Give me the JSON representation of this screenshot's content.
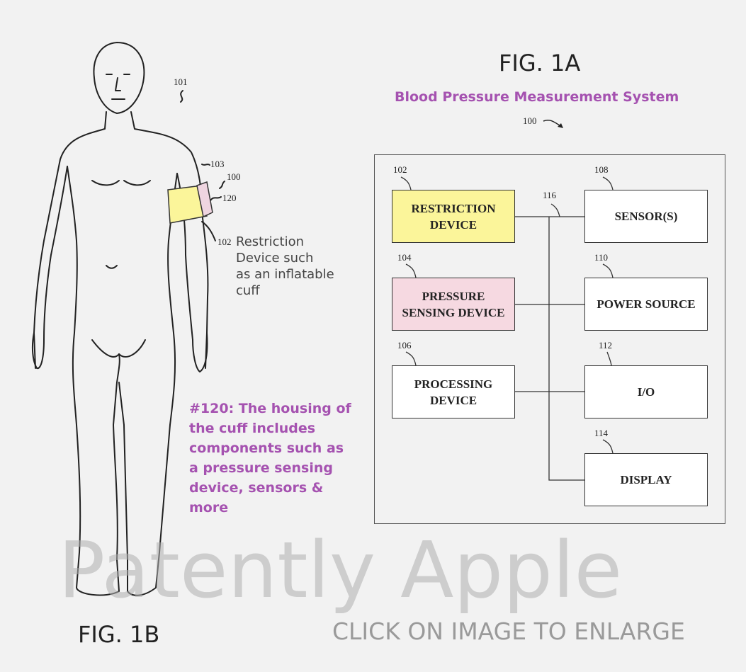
{
  "fig1a": {
    "title": "FIG. 1A",
    "subtitle": "Blood Pressure Measurement System",
    "system_ref": "100",
    "bus_ref": "116",
    "blocks": [
      {
        "ref": "102",
        "label": "RESTRICTION\nDEVICE",
        "color": "#fbf59a"
      },
      {
        "ref": "104",
        "label": "PRESSURE\nSENSING DEVICE",
        "color": "#f6d9e1"
      },
      {
        "ref": "106",
        "label": "PROCESSING\nDEVICE",
        "color": "#ffffff"
      },
      {
        "ref": "108",
        "label": "SENSOR(S)",
        "color": "#ffffff"
      },
      {
        "ref": "110",
        "label": "POWER SOURCE",
        "color": "#ffffff"
      },
      {
        "ref": "112",
        "label": "I/O",
        "color": "#ffffff"
      },
      {
        "ref": "114",
        "label": "DISPLAY",
        "color": "#ffffff"
      }
    ]
  },
  "fig1b": {
    "title": "FIG. 1B",
    "refs": {
      "body": "101",
      "arm": "103",
      "system": "100",
      "housing": "120",
      "cuff": "102"
    },
    "cuff_note": "Restriction\nDevice such\nas an inflatable\ncuff",
    "housing_note": "#120: The housing of\nthe cuff includes\ncomponents such as\na pressure sensing\ndevice, sensors &\nmore"
  },
  "watermark": "Patently Apple",
  "enlarge_label": "CLICK ON IMAGE TO ENLARGE"
}
